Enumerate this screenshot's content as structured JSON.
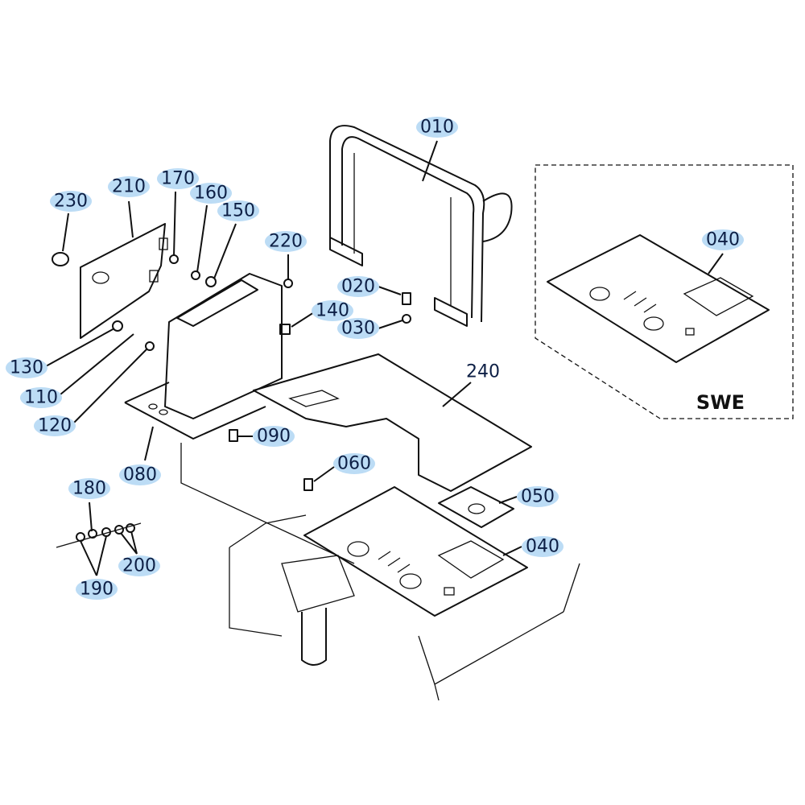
{
  "highlight_color": "#bcdcf5",
  "text_color": "#0d1f45",
  "inset": {
    "title": "SWE",
    "part_label": "040"
  },
  "labels": {
    "p010": "010",
    "p020": "020",
    "p030": "030",
    "p040": "040",
    "p050": "050",
    "p060": "060",
    "p080": "080",
    "p090": "090",
    "p110": "110",
    "p120": "120",
    "p130": "130",
    "p140": "140",
    "p150": "150",
    "p160": "160",
    "p170": "170",
    "p180": "180",
    "p190": "190",
    "p200": "200",
    "p210": "210",
    "p220": "220",
    "p230": "230",
    "p240": "240"
  }
}
